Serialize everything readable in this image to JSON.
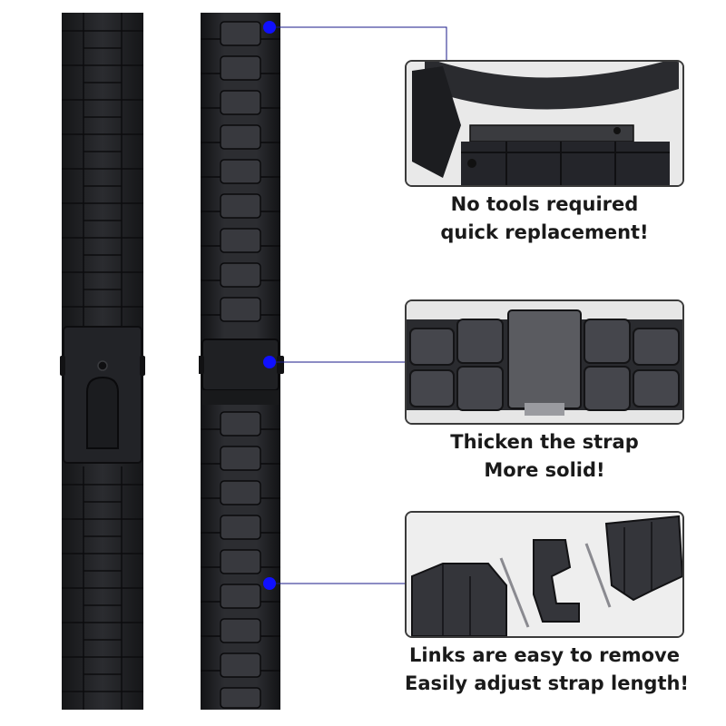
{
  "captions": {
    "c1": {
      "line1": "No tools required",
      "line2": "quick replacement!"
    },
    "c2": {
      "line1": "Thicken the strap",
      "line2": "More solid!"
    },
    "c3": {
      "line1": "Links are easy to remove",
      "line2": "Easily adjust strap length!"
    }
  },
  "colors": {
    "strap": "#1e1f22",
    "link_edge": "#3a3b3f",
    "marker": "#1010ff",
    "leader": "#1a1a8a",
    "panel_border": "#3a3a3a"
  },
  "icons": {
    "marker": "blue-dot-icon"
  }
}
